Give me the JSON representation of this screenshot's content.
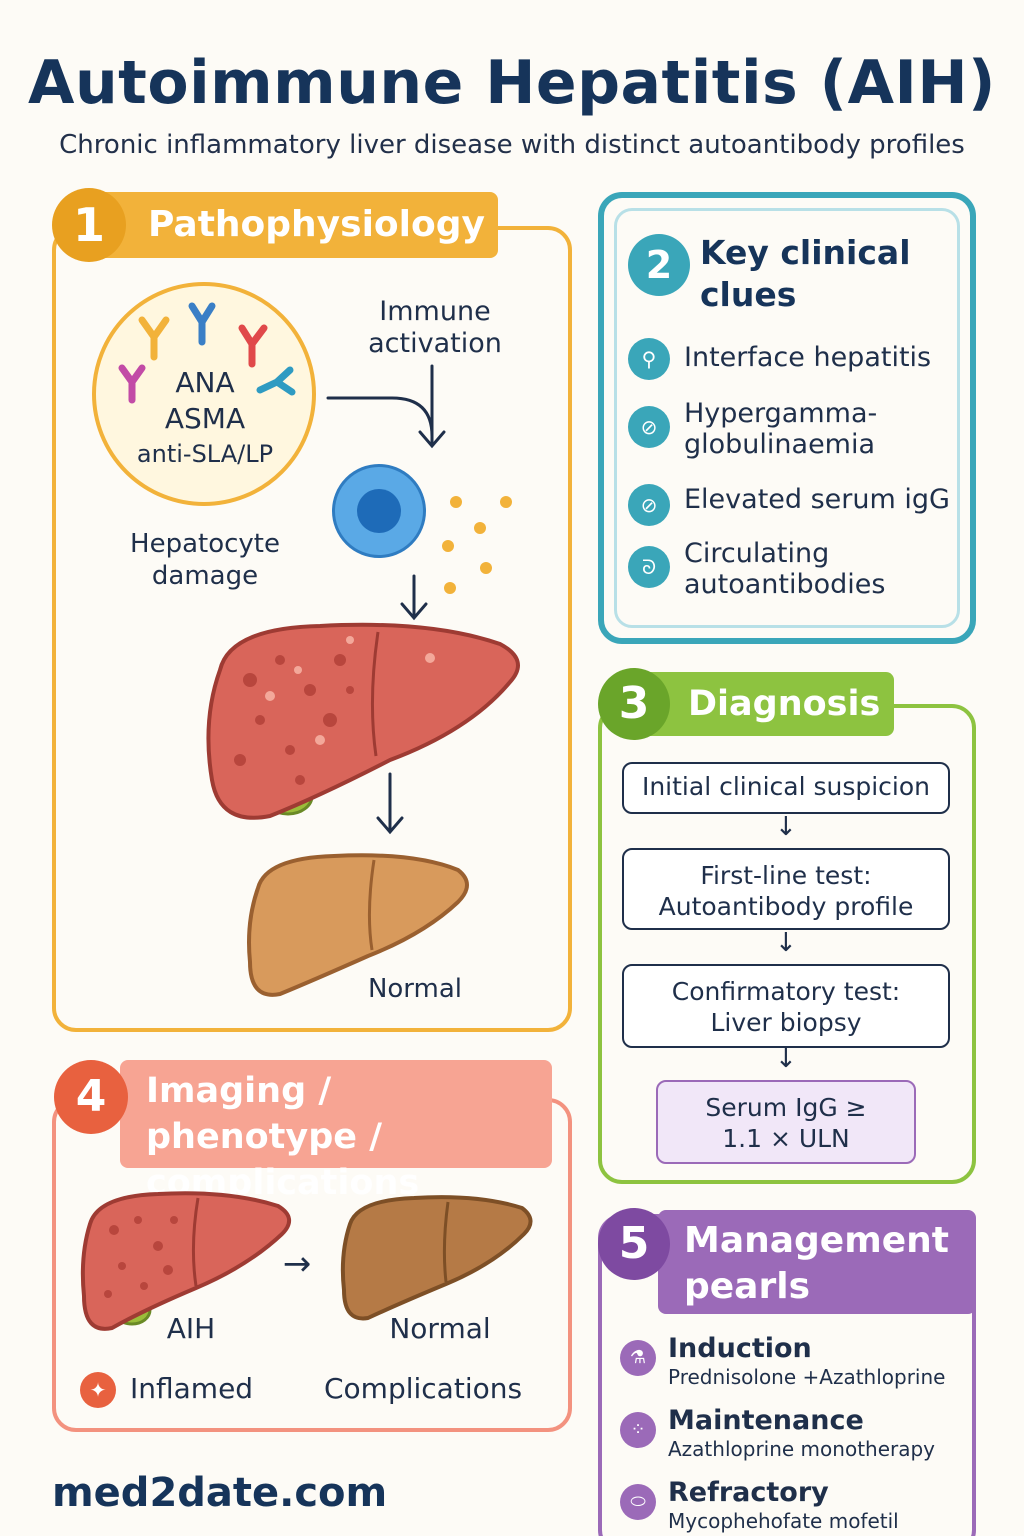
{
  "header": {
    "title": "Autoimmune Hepatitis (AIH)",
    "subtitle": "Chronic inflammatory liver disease with distinct autoantibody profiles"
  },
  "colors": {
    "navy": "#16345a",
    "section1": "#f2b23a",
    "section2": "#3aa6b9",
    "section3": "#8dc340",
    "section4": "#f3927f",
    "section5": "#9b6ab8",
    "liver_inflamed": "#d9655a",
    "liver_normal": "#d89a5c"
  },
  "pathophysiology": {
    "number": "1",
    "title": "Pathophysiology",
    "antibodies": [
      "ANA",
      "ASMA",
      "anti-SLA/LP"
    ],
    "immune_label": "Immune activation",
    "damage_label": "Hepatocyte damage",
    "normal_label": "Normal"
  },
  "clues": {
    "number": "2",
    "title": "Key clinical clues",
    "items": [
      {
        "icon": "pin-icon",
        "glyph": "⚲",
        "text": "Interface hepatitis"
      },
      {
        "icon": "drop-icon",
        "glyph": "💧",
        "text": "Hypergamma-globulinaemia"
      },
      {
        "icon": "drop-icon",
        "glyph": "💧",
        "text": "Elevated serum igG"
      },
      {
        "icon": "antibody-icon",
        "glyph": "ᘐ",
        "text": "Circulating autoantibodies"
      }
    ]
  },
  "diagnosis": {
    "number": "3",
    "title": "Diagnosis",
    "steps": [
      "Initial clinical suspicion",
      "First-line test: Autoantibody profile",
      "Confirmatory test: Liver biopsy",
      "Serum IgG ≥ 1.1 × ULN"
    ]
  },
  "imaging": {
    "number": "4",
    "title": "Imaging / phenotype / complications",
    "aih_label": "AIH",
    "normal_label": "Normal",
    "inflamed_label": "Inflamed",
    "complications_label": "Complications"
  },
  "management": {
    "number": "5",
    "title": "Management pearls",
    "items": [
      {
        "icon": "pill-icon",
        "heading": "Induction",
        "detail": "Prednisolone +Azathloprine"
      },
      {
        "icon": "dots-icon",
        "heading": "Maintenance",
        "detail": "Azathloprine monotherapy"
      },
      {
        "icon": "capsule-icon",
        "heading": "Refractory",
        "detail": "Mycophehofate mofetil"
      }
    ]
  },
  "footer": {
    "site": "med2date.com"
  }
}
